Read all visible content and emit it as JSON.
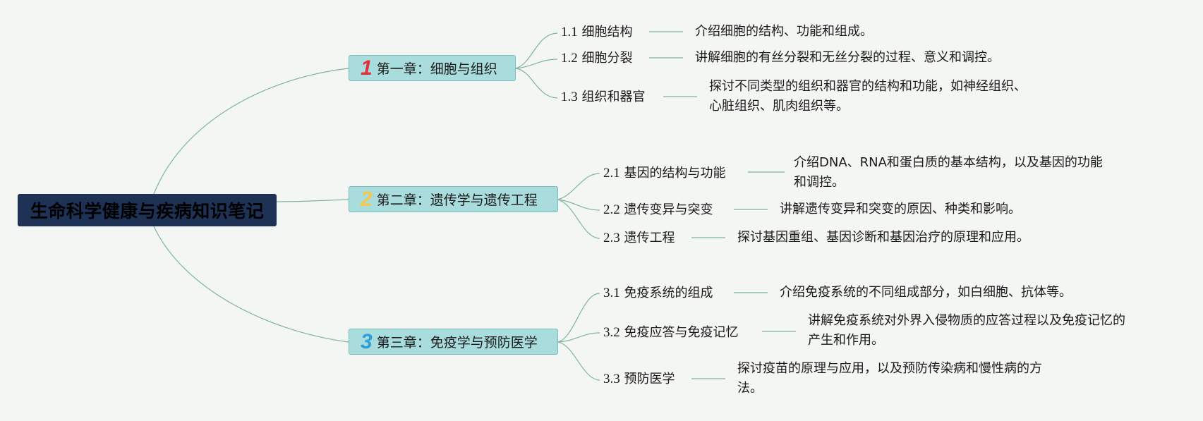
{
  "root": {
    "label": "生命科学健康与疾病知识笔记"
  },
  "chapters": [
    {
      "number": "1",
      "number_color": "#e0303c",
      "label": "第一章：细胞与组织",
      "topics": [
        {
          "code": "1.1",
          "label": "细胞结构",
          "desc": [
            "介绍细胞的结构、功能和组成。"
          ]
        },
        {
          "code": "1.2",
          "label": "细胞分裂",
          "desc": [
            "讲解细胞的有丝分裂和无丝分裂的过程、意义和调控。"
          ]
        },
        {
          "code": "1.3",
          "label": "组织和器官",
          "desc": [
            "探讨不同类型的组织和器官的结构和功能，如神经组织、",
            "心脏组织、肌肉组织等。"
          ]
        }
      ]
    },
    {
      "number": "2",
      "number_color": "#f4c84a",
      "label": "第二章：遗传学与遗传工程",
      "topics": [
        {
          "code": "2.1",
          "label": "基因的结构与功能",
          "desc": [
            "介绍DNA、RNA和蛋白质的基本结构，以及基因的功能",
            "和调控。"
          ]
        },
        {
          "code": "2.2",
          "label": "遗传变异与突变",
          "desc": [
            "讲解遗传变异和突变的原因、种类和影响。"
          ]
        },
        {
          "code": "2.3",
          "label": "遗传工程",
          "desc": [
            "探讨基因重组、基因诊断和基因治疗的原理和应用。"
          ]
        }
      ]
    },
    {
      "number": "3",
      "number_color": "#2f9fdc",
      "label": "第三章：免疫学与预防医学",
      "topics": [
        {
          "code": "3.1",
          "label": "免疫系统的组成",
          "desc": [
            "介绍免疫系统的不同组成部分，如白细胞、抗体等。"
          ]
        },
        {
          "code": "3.2",
          "label": "免疫应答与免疫记忆",
          "desc": [
            "讲解免疫系统对外界入侵物质的应答过程以及免疫记忆的",
            "产生和作用。"
          ]
        },
        {
          "code": "3.3",
          "label": "预防医学",
          "desc": [
            "探讨疫苗的原理与应用，以及预防传染病和慢性病的方",
            "法。"
          ]
        }
      ]
    }
  ]
}
